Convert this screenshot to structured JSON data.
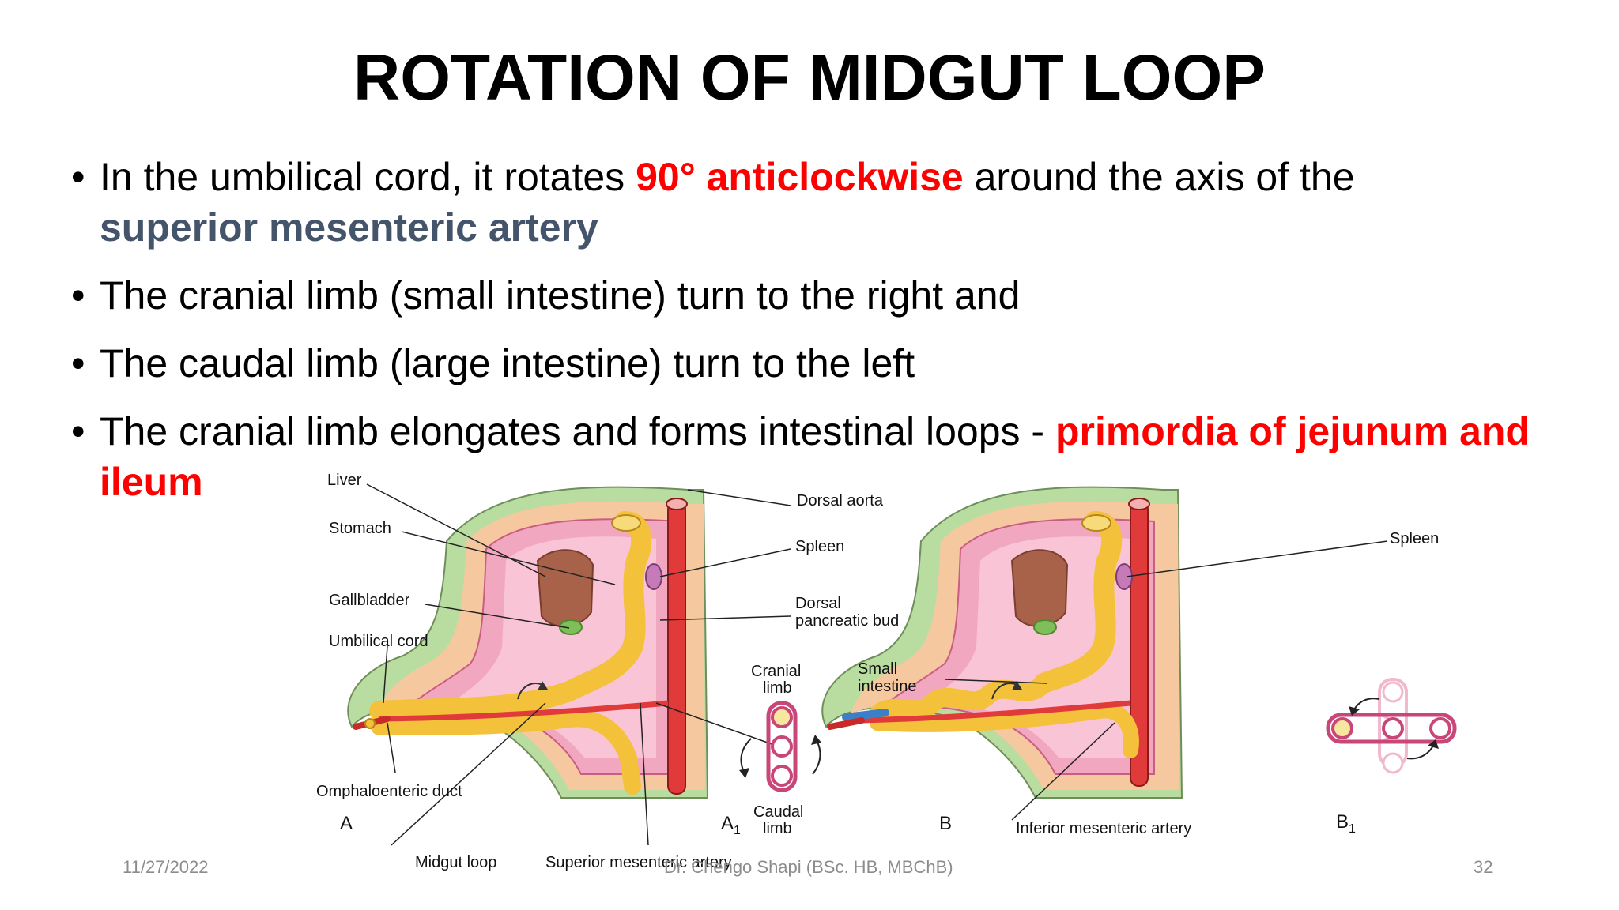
{
  "slide": {
    "title": "ROTATION OF MIDGUT LOOP",
    "bullets": [
      {
        "parts": [
          {
            "text": "In the umbilical cord, it rotates ",
            "style": "plain"
          },
          {
            "text": "90° anticlockwise",
            "style": "red"
          },
          {
            "text": " around the axis of the ",
            "style": "plain"
          },
          {
            "text": "superior mesenteric artery",
            "style": "slate"
          }
        ]
      },
      {
        "parts": [
          {
            "text": "The cranial limb (small intestine) turn to the right and",
            "style": "plain"
          }
        ]
      },
      {
        "parts": [
          {
            "text": "The caudal limb (large intestine) turn to the left",
            "style": "plain"
          }
        ]
      },
      {
        "parts": [
          {
            "text": "The cranial limb elongates and forms intestinal loops - ",
            "style": "plain"
          },
          {
            "text": "primordia of jejunum and ileum",
            "style": "red"
          }
        ]
      }
    ],
    "figure": {
      "labels": {
        "liver": "Liver",
        "stomach": "Stomach",
        "gallbladder": "Gallbladder",
        "umbilical_cord": "Umbilical cord",
        "omphaloenteric_duct": "Omphaloenteric duct",
        "panel_a": "A",
        "midgut_loop": "Midgut loop",
        "superior_mesenteric_artery": "Superior mesenteric artery",
        "dorsal_aorta": "Dorsal aorta",
        "spleen_a": "Spleen",
        "dorsal_pancreatic_bud_1": "Dorsal",
        "dorsal_pancreatic_bud_2": "pancreatic bud",
        "cranial_limb_1": "Cranial",
        "cranial_limb_2": "limb",
        "caudal_limb_1": "Caudal",
        "caudal_limb_2": "limb",
        "panel_a1": "A",
        "panel_a1_sub": "1",
        "small_intestine_1": "Small",
        "small_intestine_2": "intestine",
        "panel_b": "B",
        "inferior_mesenteric_artery": "Inferior mesenteric artery",
        "spleen_b": "Spleen",
        "panel_b1": "B",
        "panel_b1_sub": "1"
      }
    },
    "footer": {
      "date": "11/27/2022",
      "author": "Dr. Chengo Shapi (BSc. HB, MBChB)",
      "page": "32"
    }
  },
  "colors": {
    "red_emphasis": "#ff0000",
    "slate_emphasis": "#44546a",
    "footer_text": "#8c8c8c"
  }
}
